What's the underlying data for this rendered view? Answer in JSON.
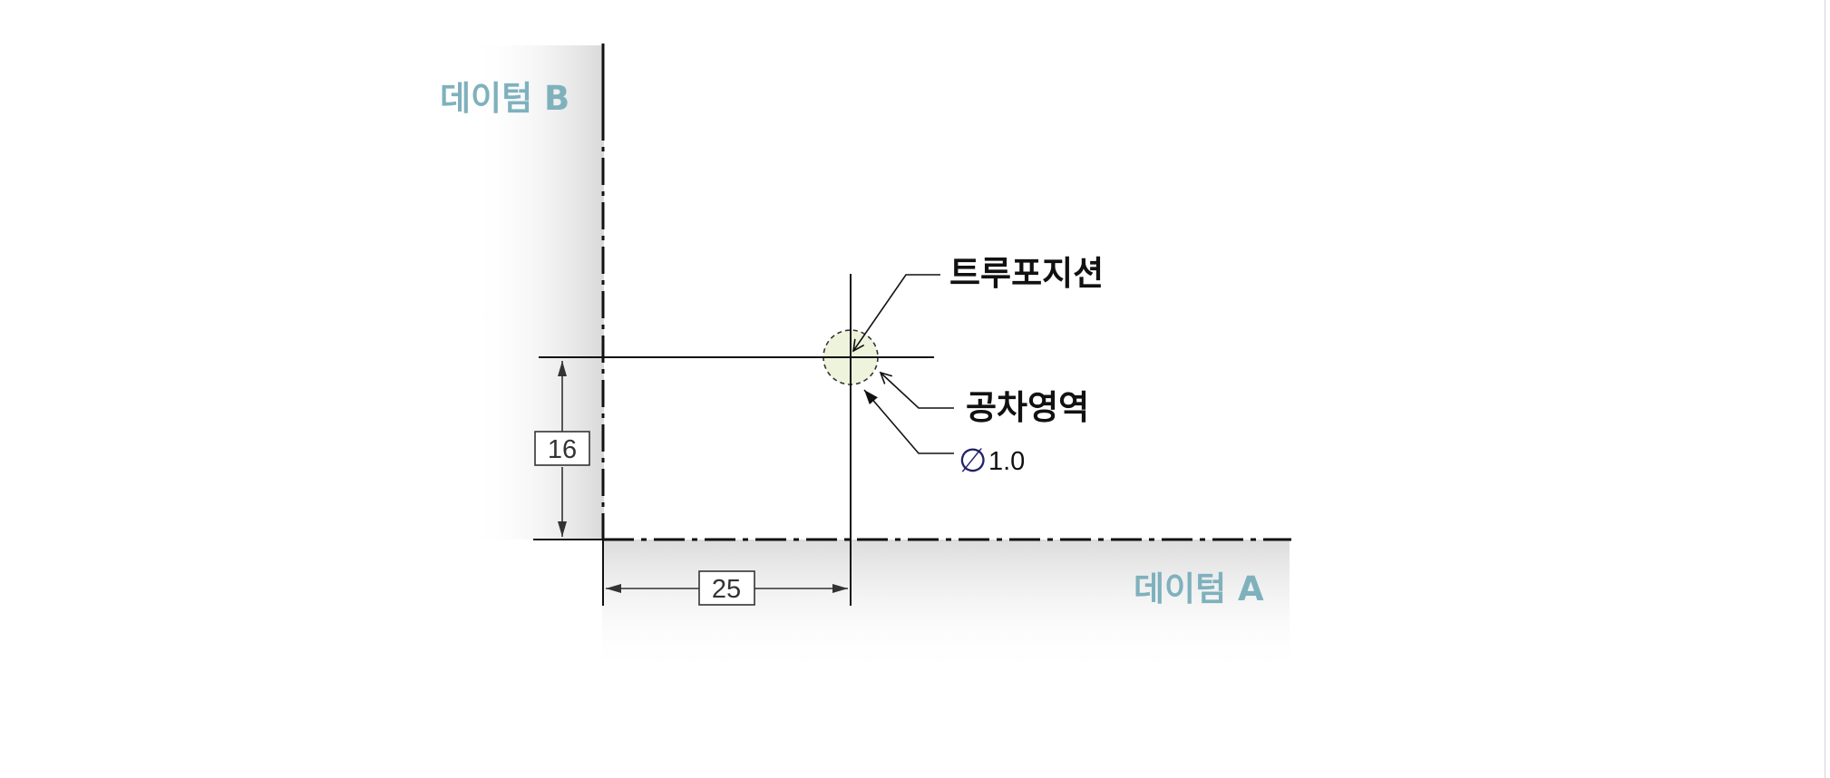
{
  "datums": {
    "b_label": "데이텀 B",
    "a_label": "데이텀 A"
  },
  "callouts": {
    "true_position": "트루포지션",
    "tolerance_zone": "공차영역",
    "tolerance_symbol": "∅",
    "tolerance_value": "1.0"
  },
  "dimensions": {
    "vertical": "16",
    "horizontal": "25"
  },
  "colors": {
    "datum_text": "#7fb1bd",
    "tolerance_zone_fill": "#eef4dc",
    "line": "#111111"
  }
}
